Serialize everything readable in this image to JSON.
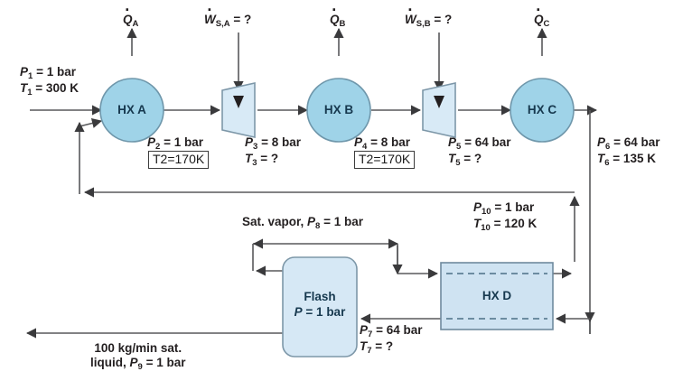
{
  "diagram": {
    "title": "Multistage gas liquefaction process flow diagram",
    "colors": {
      "circle_fill": "#9fd3e8",
      "circle_stroke": "#6f97ab",
      "box_fill": "#cfe3f2",
      "box_stroke": "#6f8a9e",
      "turbine_fill": "#d8eaf6",
      "turbine_stroke": "#7d97a8",
      "line": "#58595b",
      "text": "#231f20",
      "unit_text": "#16384e"
    },
    "units": [
      {
        "id": "hx-a",
        "label": "HX A",
        "shape": "circle"
      },
      {
        "id": "hx-b",
        "label": "HX B",
        "shape": "circle"
      },
      {
        "id": "hx-c",
        "label": "HX C",
        "shape": "circle"
      },
      {
        "id": "hx-d",
        "label": "HX D",
        "shape": "rectangle"
      },
      {
        "id": "flash",
        "label_line1": "Flash",
        "label_line2_var": "P",
        "label_line2_rest": " = 1 bar",
        "shape": "rounded-rectangle"
      },
      {
        "id": "compressor-a",
        "shape": "trapezoid"
      },
      {
        "id": "compressor-b",
        "shape": "trapezoid"
      }
    ],
    "energy_labels": [
      {
        "id": "q-a",
        "symbol": "Q",
        "sub": "A",
        "suffix": ""
      },
      {
        "id": "w-sa",
        "symbol": "W",
        "sub": "S,A",
        "suffix": " = ?"
      },
      {
        "id": "q-b",
        "symbol": "Q",
        "sub": "B",
        "suffix": ""
      },
      {
        "id": "w-sb",
        "symbol": "W",
        "sub": "S,B",
        "suffix": " = ?"
      },
      {
        "id": "q-c",
        "symbol": "Q",
        "sub": "C",
        "suffix": ""
      }
    ],
    "stream_labels": {
      "stream1": {
        "line1_var": "P",
        "line1_sub": "1",
        "line1_rest": " = 1 bar",
        "line2_var": "T",
        "line2_sub": "1",
        "line2_rest": " = 300 K"
      },
      "stream2": {
        "line1_var": "P",
        "line1_sub": "2",
        "line1_rest": " = 1 bar"
      },
      "stream3": {
        "line1_var": "P",
        "line1_sub": "3",
        "line1_rest": " = 8 bar",
        "line2_var": "T",
        "line2_sub": "3",
        "line2_rest": " = ?"
      },
      "stream4": {
        "line1_var": "P",
        "line1_sub": "4",
        "line1_rest": " = 8 bar"
      },
      "stream5": {
        "line1_var": "P",
        "line1_sub": "5",
        "line1_rest": " = 64 bar",
        "line2_var": "T",
        "line2_sub": "5",
        "line2_rest": " = ?"
      },
      "stream6": {
        "line1_var": "P",
        "line1_sub": "6",
        "line1_rest": " = 64 bar",
        "line2_var": "T",
        "line2_sub": "6",
        "line2_rest": " = 135 K"
      },
      "stream7": {
        "line1_var": "P",
        "line1_sub": "7",
        "line1_rest": " = 64 bar",
        "line2_var": "T",
        "line2_sub": "7",
        "line2_rest": " = ?"
      },
      "stream8": {
        "prefix": "Sat. vapor, ",
        "line1_var": "P",
        "line1_sub": "8",
        "line1_rest": " = 1 bar"
      },
      "stream9": {
        "line1": "100 kg/min sat.",
        "line2_pre": "liquid, ",
        "line2_var": "P",
        "line2_sub": "9",
        "line2_rest": " = 1 bar"
      },
      "stream10": {
        "line1_var": "P",
        "line1_sub": "10",
        "line1_rest": " = 1 bar",
        "line2_var": "T",
        "line2_sub": "10",
        "line2_rest": " = 120 K"
      }
    },
    "annotations": [
      {
        "id": "t2-note-a",
        "text": "T2=170K"
      },
      {
        "id": "t2-note-b",
        "text": "T2=170K"
      }
    ]
  }
}
